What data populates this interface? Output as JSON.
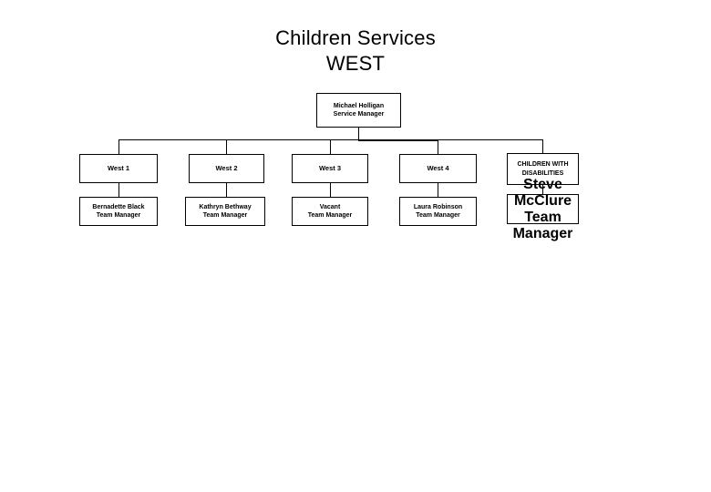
{
  "title": {
    "text": "Children Services\nWEST",
    "line1": "Children Services",
    "line2": "WEST"
  },
  "colors": {
    "background": "#ffffff",
    "box_border": "#000000",
    "connector": "#000000",
    "text": "#000000"
  },
  "org_chart": {
    "type": "org-chart",
    "root": {
      "name": "Michael Holligan",
      "role": "Service Manager",
      "text": "Michael Holligan\nService Manager"
    },
    "teams": [
      {
        "label": "West 1",
        "manager_name": "Bernadette Black",
        "manager_role": "Team Manager",
        "manager_text": "Bernadette Black\nTeam Manager"
      },
      {
        "label": "West 2",
        "manager_name": "Kathryn Bethway",
        "manager_role": "Team Manager",
        "manager_text": "Kathryn Bethway\nTeam Manager"
      },
      {
        "label": "West 3",
        "manager_name": "Vacant",
        "manager_role": "Team Manager",
        "manager_text": "Vacant\nTeam Manager"
      },
      {
        "label": "West  4",
        "manager_name": "Laura Robinson",
        "manager_role": "Team Manager",
        "manager_text": "Laura Robinson\nTeam Manager"
      },
      {
        "label": "CHILDREN WITH\nDISABILITIES",
        "manager_name": "Steve McClure",
        "manager_role": "Team Manager",
        "manager_text": "Steve McClure\nTeam Manager"
      }
    ]
  }
}
